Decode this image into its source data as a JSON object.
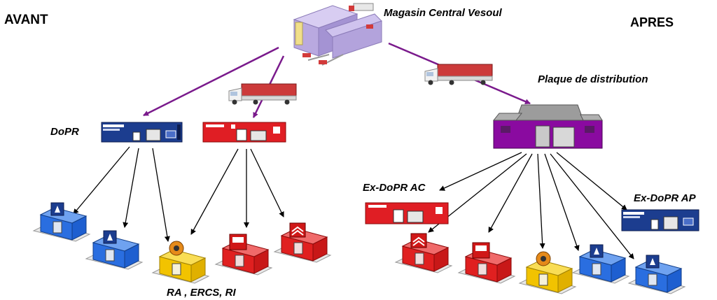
{
  "labels": {
    "avant": "AVANT",
    "apres": "APRES",
    "central": "Magasin Central Vesoul",
    "plaque": "Plaque de distribution",
    "dopr": "DoPR",
    "ex_dopr_ac": "Ex-DoPR AC",
    "ex_dopr_ap": "Ex-DoPR AP",
    "dealers": "RA , ERCS, RI"
  },
  "brands": {
    "peugeot": "PEUGEOT",
    "citroen": "CITROEN"
  },
  "colors": {
    "flow_arrow": "#7a1a8c",
    "link_arrow": "#000000",
    "warehouse": "#b9a9e0",
    "plaque_building": "#8a0aa0",
    "peugeot_blue": "#1c3d8f",
    "citroen_red": "#e01e24",
    "dealer_blue": "#1e5fd0",
    "dealer_red": "#e02020",
    "dealer_yellow": "#f2c300"
  },
  "icons": {
    "central": "warehouse-icon",
    "truck": "truck-icon",
    "plaque": "distribution-building-icon",
    "peugeot_depot": "peugeot-depot-icon",
    "citroen_depot": "citroen-depot-icon",
    "peugeot_dealer": "peugeot-dealer-icon",
    "citroen_dealer": "citroen-dealer-icon",
    "repair_dealer": "independent-repairer-icon",
    "ercs_dealer": "ercs-dealer-icon"
  }
}
